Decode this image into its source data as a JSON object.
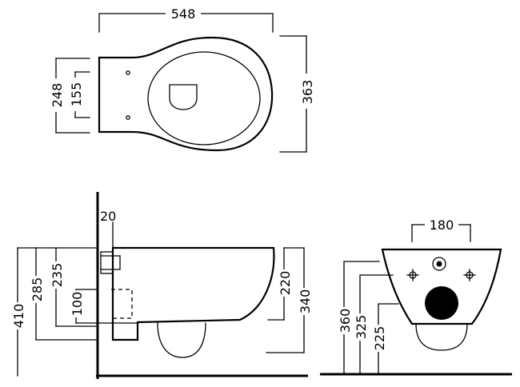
{
  "top_view": {
    "overall_length": "548",
    "overall_depth": "363",
    "flange_width": "248",
    "hole_spacing": "155"
  },
  "side_view": {
    "mount_thickness": "20",
    "rim_height": "410",
    "outlet_height_a": "285",
    "outlet_height_b": "235",
    "outlet_height_c": "100",
    "bowl_depth": "220",
    "front_height": "340"
  },
  "rear_view": {
    "width": "180",
    "bolt_height_a": "360",
    "bolt_height_b": "325",
    "waste_height": "225"
  }
}
